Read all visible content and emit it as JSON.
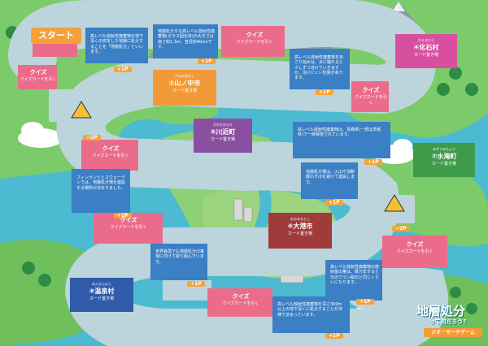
{
  "start": {
    "label": "スタート"
  },
  "quiz": {
    "title": "クイズ",
    "text": "クイズカードを引く"
  },
  "points": {
    "plus1": "+1P",
    "minus2": "−2P"
  },
  "info_squares": [
    {
      "id": "hlw-concept",
      "text": "高レベル放射性廃棄物を地下深くの安定した地層に処分することを「地層処分」といいます。"
    },
    {
      "id": "glass-size",
      "text": "地層処分する高レベル放射性廃棄物(ガラス固化体)の大きさは高さ約1.3m、直径約40cmです。"
    },
    {
      "id": "glass-cool",
      "text": "高レベル放射性廃棄物をあさり始めは、水に触れると少しずつ溶けていきますが、溶けにくい性質があります。"
    },
    {
      "id": "canister",
      "text": "高レベル放射性廃棄物は、青森県(一部は茨城県)で一時保管されています。"
    },
    {
      "id": "volcano",
      "text": "地層処分場は、火山や活断層のそばを避けて建設します。"
    },
    {
      "id": "finland",
      "text": "フィンランドとスウェーデンでは、地層処分場を建設する場所が決まりました。"
    },
    {
      "id": "world",
      "text": "世界各国でも地層処分の実現に向けて取り組んでいます。"
    },
    {
      "id": "reprocess",
      "text": "高レベル放射性廃棄物の放射能の量は、数万年すると元のウラン鉱石と同じくらいになります。"
    },
    {
      "id": "depth",
      "text": "高レベル放射性廃棄物を深さ300m以上の地下深くに処分することが法律で決まっています。"
    }
  ],
  "towns": [
    {
      "id": "yamanonaka",
      "ruby": "やまのなかし",
      "name": "①山ノ中市",
      "card_label": "カード置き場",
      "color": "#f29a38"
    },
    {
      "id": "kawachika",
      "ruby": "かわちかまち",
      "name": "⑤川近町",
      "card_label": "カード置き場",
      "color": "#8a4fa0"
    },
    {
      "id": "oominato",
      "ruby": "おおみなとし",
      "name": "⑥大港市",
      "card_label": "カード置き場",
      "color": "#a03b3b"
    },
    {
      "id": "kaseki",
      "ruby": "かせきむら",
      "name": "④化石村",
      "card_label": "カード置き場",
      "color": "#d84fa0"
    },
    {
      "id": "mizuumi",
      "ruby": "みずうみちょう",
      "name": "⑦水海町",
      "card_label": "カード置き場",
      "color": "#3e9b4a"
    },
    {
      "id": "onsen",
      "ruby": "おんせんむら",
      "name": "⑧温泉村",
      "card_label": "カード置き場",
      "color": "#2f5ba8"
    }
  ],
  "title": {
    "main": "地層処分",
    "sub": "って何だろう?",
    "game": "ジオ・サーチゲーム"
  }
}
